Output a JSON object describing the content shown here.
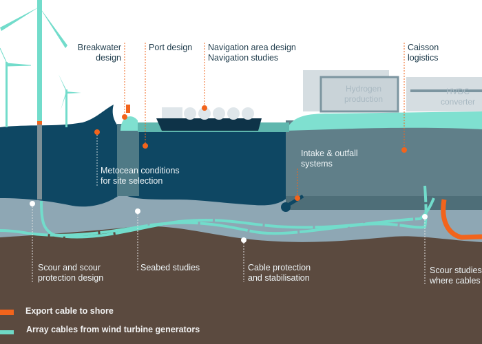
{
  "labels": {
    "breakwater": [
      "Breakwater",
      "design"
    ],
    "port": "Port design",
    "navigation": [
      "Navigation area design",
      "Navigation studies"
    ],
    "caisson": [
      "Caisson",
      "logistics"
    ],
    "metocean": [
      "Metocean conditions",
      "for site selection"
    ],
    "intake": [
      "Intake & outfall",
      "systems"
    ],
    "scour": [
      "Scour and scour",
      "protection design"
    ],
    "seabed": "Seabed studies",
    "cable_protection": [
      "Cable protection",
      "and stabilisation"
    ],
    "scour_studies": [
      "Scour studies",
      "where cables"
    ]
  },
  "buildings": {
    "hydrogen": [
      "Hydrogen",
      "production"
    ],
    "hvdc": [
      "HVDC",
      "converter"
    ]
  },
  "legend": [
    {
      "label": "Export cable to shore",
      "color": "#f2641c"
    },
    {
      "label": "Array cables from wind turbine generators",
      "color": "#6fd9c6"
    }
  ],
  "colors": {
    "water": "#0e4763",
    "seabed": "#8ea7b4",
    "soil": "#5b4a3f",
    "land": "#607f89",
    "accent": "#f2641c",
    "teal": "#72dccb"
  }
}
